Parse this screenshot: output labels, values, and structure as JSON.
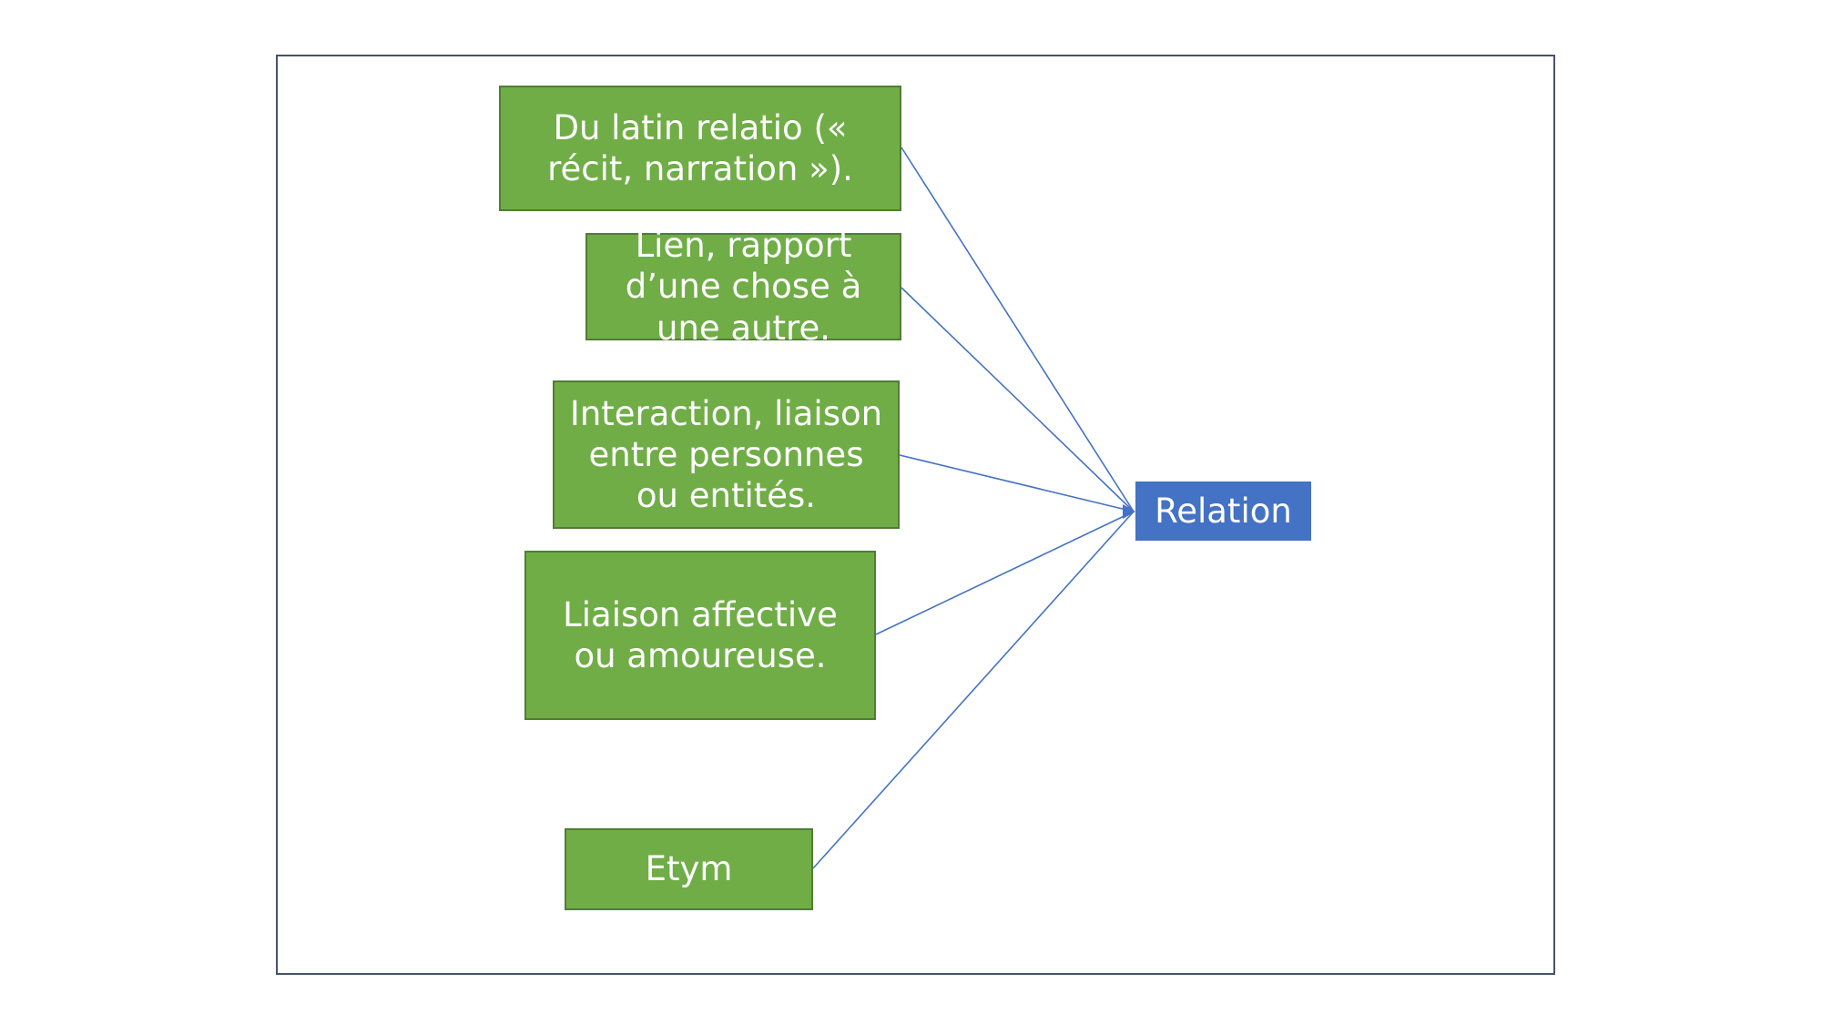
{
  "colors": {
    "definition_box": "#70ad47",
    "definition_border": "#507e32",
    "central_box": "#4472c4",
    "connector": "#4472c4",
    "frame": "#44546a"
  },
  "central": {
    "label": "Relation"
  },
  "definitions": [
    {
      "label": "Du latin relatio (« récit, narration »)."
    },
    {
      "label": "Lien, rapport d’une chose à une autre."
    },
    {
      "label": "Interaction, liaison entre personnes ou entités."
    },
    {
      "label": "Liaison affective ou amoureuse."
    },
    {
      "label": "Etym"
    }
  ]
}
